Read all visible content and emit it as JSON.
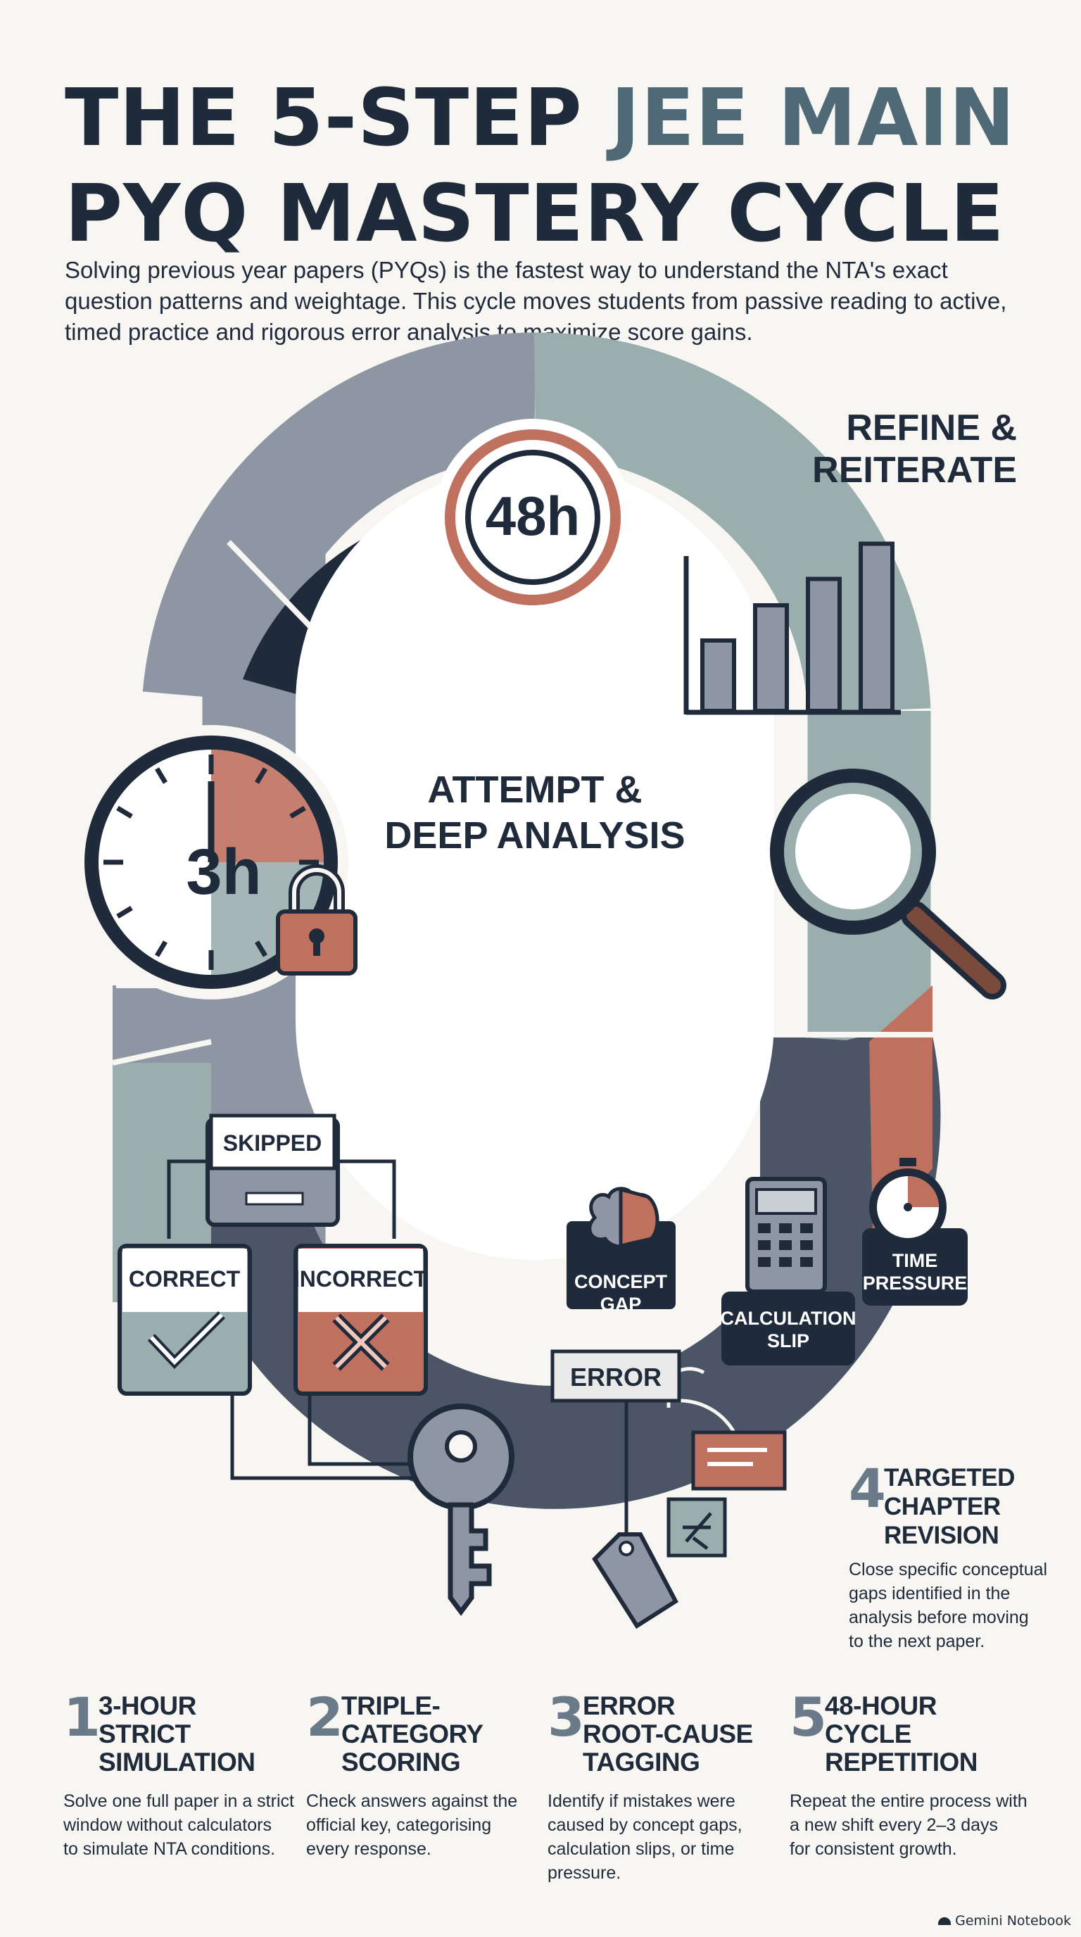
{
  "title": {
    "line1_a": "THE 5-STEP ",
    "line1_b": "JEE MAIN",
    "line2": "PYQ MASTERY CYCLE"
  },
  "intro": "Solving previous year papers (PYQs) is the fastest way to understand the NTA's exact question patterns and weightage. This cycle moves students from passive reading to active, timed practice and rigorous error analysis to maximize score gains.",
  "diagram": {
    "refine_line1": "REFINE &",
    "refine_line2": "REITERATE",
    "hours_badge": "48h",
    "center_line1": "ATTEMPT &",
    "center_line2": "DEEP ANALYSIS",
    "clock_label": "3h",
    "skipped": "SKIPPED",
    "correct": "CORRECT",
    "incorrect": "INCORRECT",
    "concept_line1": "CONCEPT",
    "concept_line2": "GAP",
    "error": "ERROR",
    "calc_line1": "CALCULATION",
    "calc_line2": "SLIP",
    "time_line1": "TIME",
    "time_line2": "PRESSURE",
    "bar_chart_levels": [
      0.4,
      0.6,
      0.75,
      0.95
    ]
  },
  "steps": [
    {
      "num": "1",
      "name": "3-HOUR\nSTRICT\nSIMULATION",
      "desc": "Solve one full paper in a strict\nwindow without calculators\nto simulate NTA conditions."
    },
    {
      "num": "2",
      "name": "TRIPLE-\nCATEGORY\nSCORING",
      "desc": "Check answers against the\nofficial key, categorising\nevery response."
    },
    {
      "num": "3",
      "name": "ERROR\nROOT-CAUSE\nTAGGING",
      "desc": "Identify if mistakes were\ncaused by concept gaps,\ncalculation slips, or time\npressure."
    },
    {
      "num": "4",
      "name": "TARGETED\nCHAPTER\nREVISION",
      "desc": "Close specific conceptual\ngaps identified in the\nanalysis before moving\nto the next paper."
    },
    {
      "num": "5",
      "name": "48-HOUR\nCYCLE\nREPETITION",
      "desc": "Repeat the entire process with\na new shift every 2–3 days\nfor consistent growth."
    }
  ],
  "footer": "Gemini Notebook",
  "colors": {
    "navy": "#1f2a3a",
    "slate": "#4f6a76",
    "sage": "#9aaeae",
    "terracotta": "#c0705e",
    "grey": "#8e96a3"
  }
}
